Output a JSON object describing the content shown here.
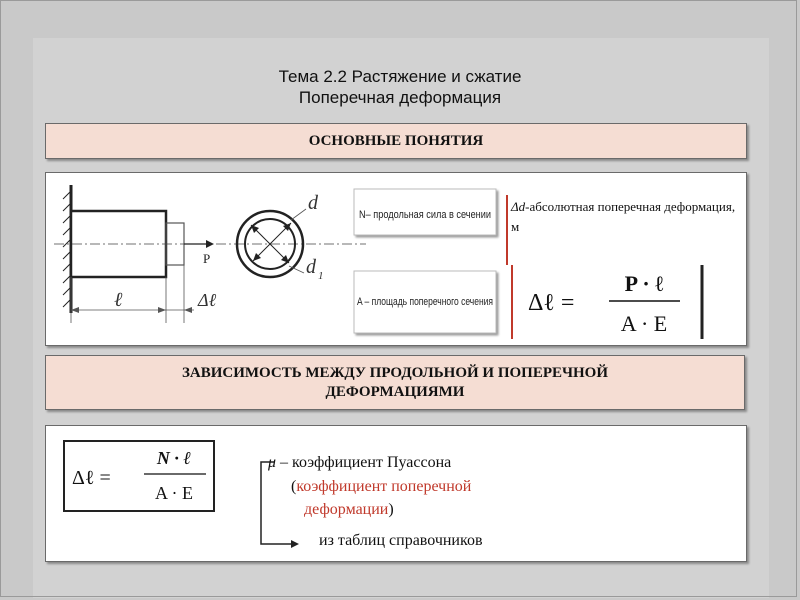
{
  "title": {
    "line1": "Тема 2.2 Растяжение и сжатие",
    "line2": "Поперечная деформация"
  },
  "section1": {
    "heading": "ОСНОВНЫЕ ПОНЯТИЯ"
  },
  "diagram": {
    "force_label": "P",
    "length_label": "ℓ",
    "elongation_label": "Δℓ",
    "outer_diameter_label": "d",
    "inner_diameter_label": "d",
    "inner_diameter_sub": "1",
    "n_definition": "N– продольная сила в сечении",
    "a_definition": "A – площадь поперечного сечения"
  },
  "definition": {
    "symbol": "Δd",
    "text_rest": "-абсолютная поперечная деформация, м"
  },
  "formula1": {
    "lhs": "Δℓ =",
    "numerator": "P · ℓ",
    "denominator": "A · E"
  },
  "section2": {
    "heading_line1": "ЗАВИСИМОСТЬ МЕЖДУ  ПРОДОЛЬНОЙ И ПОПЕРЕЧНОЙ",
    "heading_line2": "ДЕФОРМАЦИЯМИ"
  },
  "formula2": {
    "lhs": "Δℓ =",
    "numerator": "N · ℓ",
    "denominator": "A · E"
  },
  "poisson": {
    "mu_symbol": "μ",
    "mu_text": " – коэффициент Пуассона",
    "open_paren": "(",
    "red_line1": "коэффициент поперечной",
    "red_line2": "деформации",
    "close_paren": ")",
    "source": "из таблиц справочников"
  },
  "colors": {
    "bar_fill": "#f5ddd3",
    "accent_red": "#c0392b",
    "background": "#c9c9c9"
  }
}
